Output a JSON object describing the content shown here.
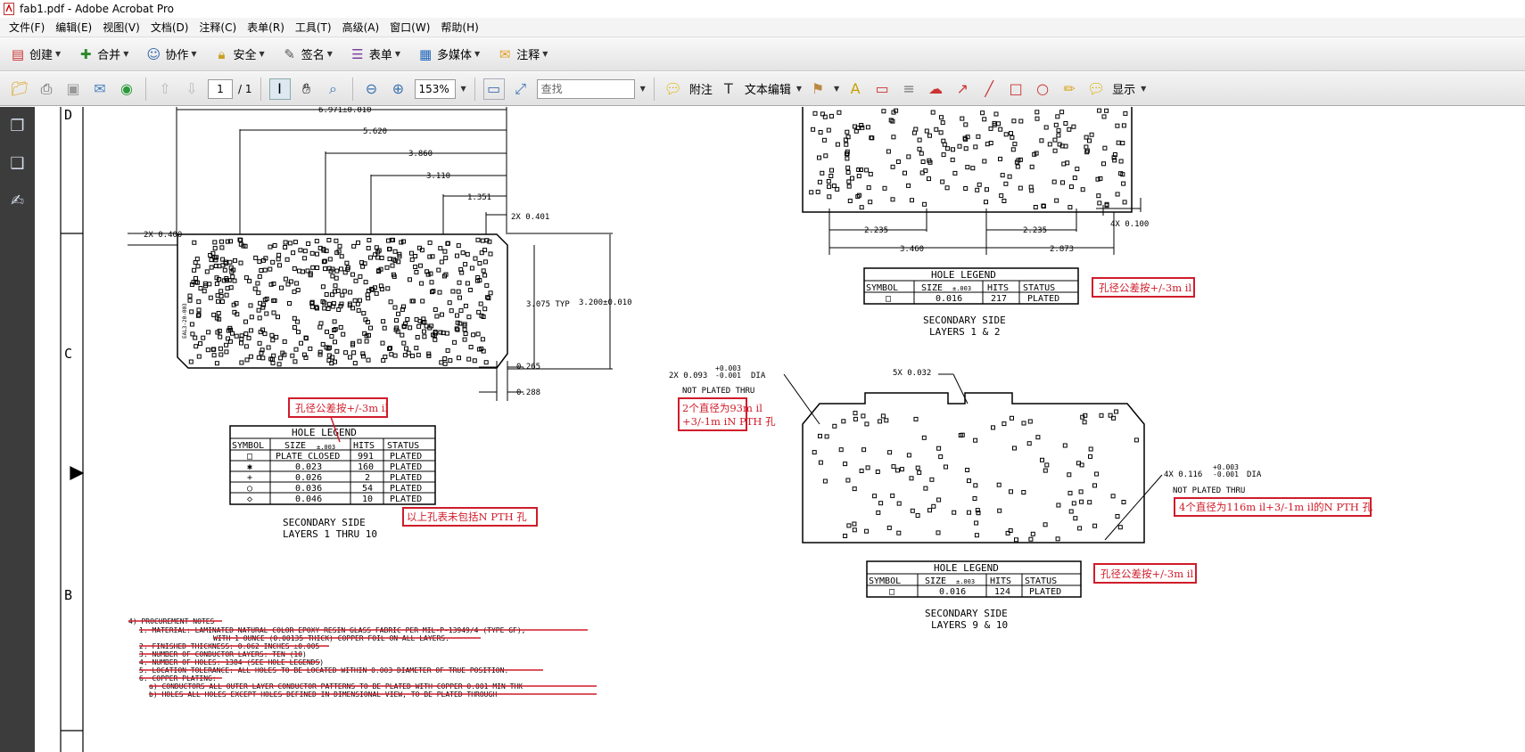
{
  "window": {
    "title": "fab1.pdf - Adobe Acrobat Pro",
    "icon": "pdf-file-icon"
  },
  "menu": [
    "文件(F)",
    "编辑(E)",
    "视图(V)",
    "文档(D)",
    "注释(C)",
    "表单(R)",
    "工具(T)",
    "高级(A)",
    "窗口(W)",
    "帮助(H)"
  ],
  "toolbar1": [
    {
      "label": "创建",
      "icon": "create-pdf-icon"
    },
    {
      "label": "合并",
      "icon": "combine-icon"
    },
    {
      "label": "协作",
      "icon": "collaborate-icon"
    },
    {
      "label": "安全",
      "icon": "lock-icon"
    },
    {
      "label": "签名",
      "icon": "pen-sign-icon"
    },
    {
      "label": "表单",
      "icon": "form-icon"
    },
    {
      "label": "多媒体",
      "icon": "multimedia-icon"
    },
    {
      "label": "注释",
      "icon": "comment-icon"
    }
  ],
  "toolbar2": {
    "page_current": "1",
    "page_total": "/ 1",
    "zoom": "153%",
    "search_placeholder": "查找",
    "note_label": "附注",
    "text_edit_label": "文本编辑",
    "show_label": "显示"
  },
  "drawing": {
    "zones": [
      "D",
      "C",
      "B"
    ],
    "dims_left": [
      "6.971±0.010",
      "5.620",
      "3.860",
      "3.110",
      "1.351",
      "2X 0.401",
      "2X 0.400",
      "3.075 TYP",
      "3.200±0.010",
      "0.265",
      "0.288"
    ],
    "board_marking": "EAL3-20-003",
    "dims_right_top": [
      "2.235",
      "2.235",
      "4X 0.100",
      "3.460",
      "2.873"
    ],
    "dims_right_bottom": [
      "2X 0.093",
      "+0.003",
      "-0.001",
      "DIA",
      "NOT PLATED THRU",
      "5X 0.032",
      "4X 0.116",
      "+0.003",
      "-0.001",
      "DIA",
      "NOT PLATED THRU"
    ],
    "legend_left": {
      "title": "HOLE LEGEND",
      "headers": [
        "SYMBOL",
        "SIZE",
        "±.003",
        "HITS",
        "STATUS"
      ],
      "rows": [
        [
          "□",
          "PLATE CLOSED",
          "991",
          "PLATED"
        ],
        [
          "✱",
          "0.023",
          "160",
          "PLATED"
        ],
        [
          "+",
          "0.026",
          "2",
          "PLATED"
        ],
        [
          "○",
          "0.036",
          "54",
          "PLATED"
        ],
        [
          "◇",
          "0.046",
          "10",
          "PLATED"
        ]
      ],
      "caption1": "SECONDARY SIDE",
      "caption2": "LAYERS 1 THRU 10"
    },
    "legend_top_right": {
      "title": "HOLE LEGEND",
      "headers": [
        "SYMBOL",
        "SIZE",
        "±.003",
        "HITS",
        "STATUS"
      ],
      "rows": [
        [
          "□",
          "0.016",
          "217",
          "PLATED"
        ]
      ],
      "caption1": "SECONDARY SIDE",
      "caption2": "LAYERS 1 & 2"
    },
    "legend_bottom_right": {
      "title": "HOLE LEGEND",
      "headers": [
        "SYMBOL",
        "SIZE",
        "±.003",
        "HITS",
        "STATUS"
      ],
      "rows": [
        [
          "□",
          "0.016",
          "124",
          "PLATED"
        ]
      ],
      "caption1": "SECONDARY SIDE",
      "caption2": "LAYERS 9 & 10"
    },
    "annotations": {
      "tol_left": "孔径公差按+/-3m il",
      "tol_top_right": "孔径公差按+/-3m il",
      "tol_bottom_right": "孔径公差按+/-3m il",
      "npth_2x_1": "2个直径为93m il",
      "npth_2x_2": "+3/-1m iN PTH 孔",
      "npth_4x": "4个直径为116m il+3/-1m il的N PTH 孔",
      "not_included": "以上孔表未包括N PTH 孔"
    },
    "notes": [
      "4) PROCUREMENT NOTES",
      "1. MATERIAL: LAMINATED NATURAL COLOR EPOXY RESIN GLASS FABRIC PER MIL-P-13949/4 (TYPE GF),",
      "WITH 1 OUNCE (0.00135 THICK) COPPER FOIL ON ALL LAYERS.",
      "2. FINISHED THICKNESS: 0.062 INCHES ±0.005",
      "3. NUMBER OF CONDUCTOR LAYERS: TEN (10)",
      "4. NUMBER OF HOLES: 1384 (SEE HOLE LEGENDS)",
      "5. LOCATION TOLERANCE: ALL HOLES TO BE LOCATED WITHIN 0.003 DIAMETER OF TRUE POSITION.",
      "6. COPPER PLATING:",
      "a) CONDUCTORS     ALL OUTER LAYER CONDUCTOR PATTERNS TO BE PLATED WITH COPPER 0.001 MIN THK",
      "b) HOLES          ALL HOLES EXCEPT HOLES   DEFINED IN DIMENSIONAL VIEW, TO BE PLATED THROUGH"
    ]
  }
}
